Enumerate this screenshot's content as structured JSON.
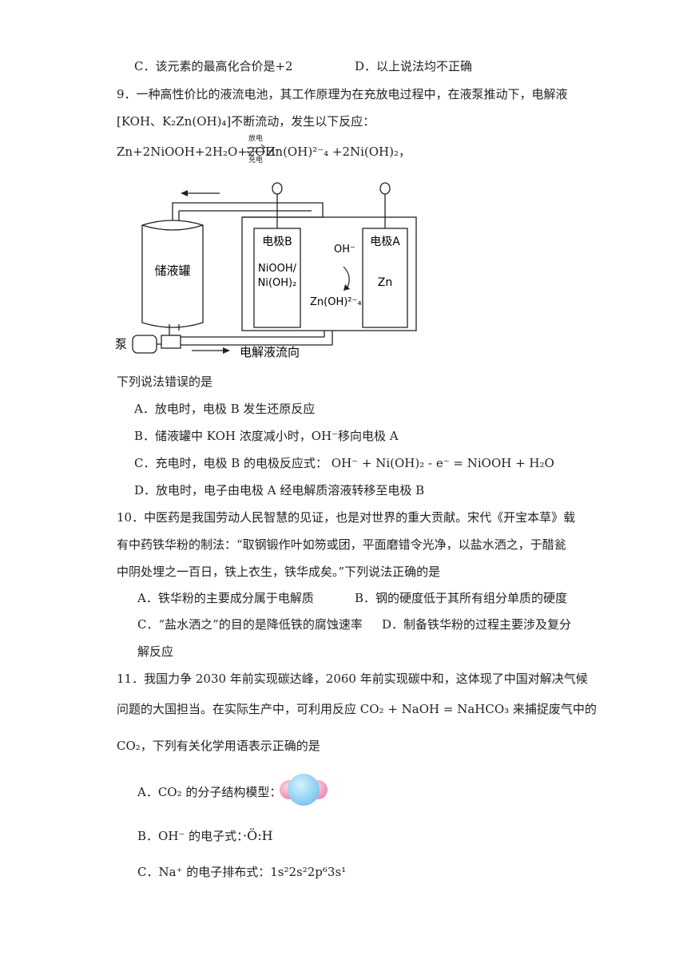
{
  "q8": {
    "optC": "C．该元素的最高化合价是+2",
    "optD": "D．以上说法均不正确"
  },
  "q9": {
    "stem1": "9．一种高性价比的液流电池，其工作原理为在充放电过程中，在液泵推动下，电解液",
    "stem2": "[KOH、K₂Zn(OH)₄]不断流动，发生以下反应：",
    "eq_left": "Zn+2NiOOH+2H₂O+2OH⁻",
    "eq_discharge": "放电",
    "eq_charge": "充电",
    "eq_right": "Zn(OH)²⁻₄ +2Ni(OH)₂，",
    "diagram": {
      "tank": "储液罐",
      "electrodeB": "电极B",
      "electrodeB_mat1": "NiOOH/",
      "electrodeB_mat2": "Ni(OH)₂",
      "electrodeA": "电极A",
      "electrodeA_mat": "Zn",
      "oh": "OH⁻",
      "zincate": "Zn(OH)²⁻₄",
      "pump": "泵",
      "flow": "电解液流向"
    },
    "question": "下列说法错误的是",
    "optA": "A．放电时，电极 B 发生还原反应",
    "optB": "B．储液罐中 KOH 浓度减小时，OH⁻移向电极 A",
    "optC": "C．充电时，电极 B 的电极反应式： OH⁻ + Ni(OH)₂ - e⁻ = NiOOH + H₂O",
    "optD": "D．放电时，电子由电极 A 经电解质溶液转移至电极 B"
  },
  "q10": {
    "stem1": "10．中医药是我国劳动人民智慧的见证，也是对世界的重大贡献。宋代《开宝本草》载",
    "stem2": "有中药铁华粉的制法：“取钢锻作叶如笏或团，平面磨错令光净，以盐水洒之，于醋瓮",
    "stem3": "中阴处埋之一百日，铁上衣生，铁华成矣。”下列说法正确的是",
    "optA": "A．铁华粉的主要成分属于电解质",
    "optB": "B．钢的硬度低于其所有组分单质的硬度",
    "optC": "C．“盐水洒之”的目的是降低铁的腐蚀速率",
    "optD1": "D．制备铁华粉的过程主要涉及复分",
    "optD2": "解反应"
  },
  "q11": {
    "stem1": "11．我国力争 2030 年前实现碳达峰，2060 年前实现碳中和，这体现了中国对解决气候",
    "stem2": "问题的大国担当。在实际生产中，可利用反应 CO₂ + NaOH = NaHCO₃ 来捕捉废气中的",
    "stem3": "CO₂，下列有关化学用语表示正确的是",
    "optA": "A．CO₂ 的分子结构模型：",
    "optB": "B．OH⁻ 的电子式：",
    "optB_formula": "·Ö:H",
    "optC": "C．Na⁺ 的电子排布式：1s²2s²2p⁶3s¹"
  }
}
